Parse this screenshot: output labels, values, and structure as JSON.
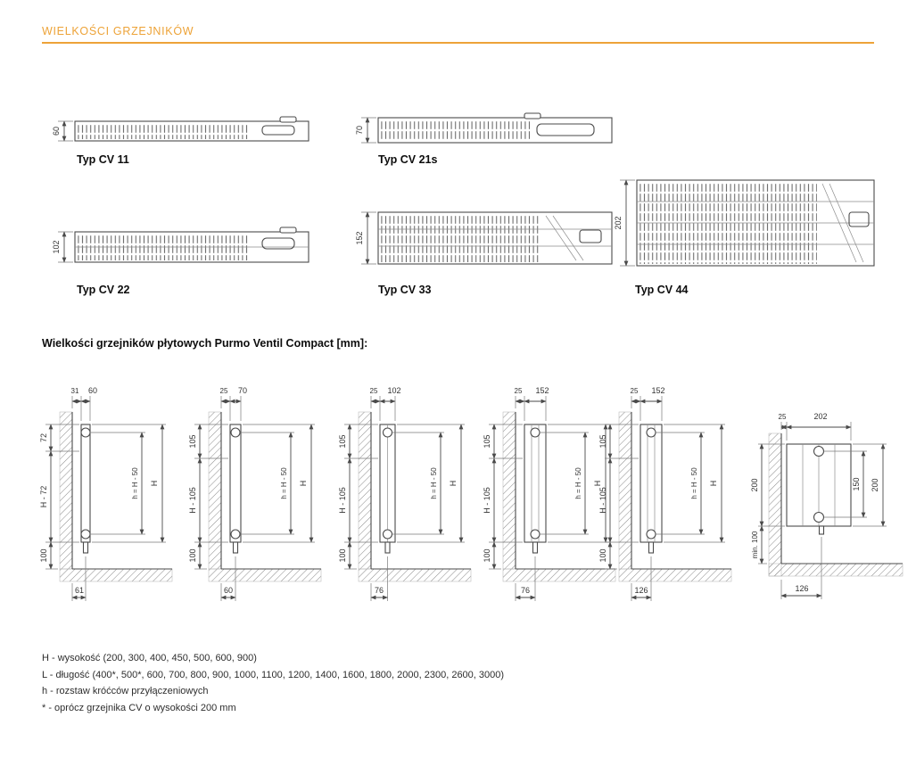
{
  "header": {
    "title": "WIELKOŚCI GRZEJNIKÓW"
  },
  "colors": {
    "accent": "#EDA338",
    "line": "#4a4a4a"
  },
  "top_views": [
    {
      "type": "Typ CV 11",
      "depth": "60"
    },
    {
      "type": "Typ CV 21s",
      "depth": "70"
    },
    {
      "type": "Typ CV 22",
      "depth": "102"
    },
    {
      "type": "Typ CV 33",
      "depth": "152"
    },
    {
      "type": "Typ CV 44",
      "depth": "202"
    }
  ],
  "section_title": "Wielkości grzejników płytowych Purmo Ventil Compact [mm]:",
  "side_views": [
    {
      "wall_gap": "31",
      "depth": "60",
      "top_offset": "72",
      "mid": "H - 72",
      "clearance": "100",
      "pipe": "h = H - 50",
      "height": "H",
      "bottom_depth": "61"
    },
    {
      "wall_gap": "25",
      "depth": "70",
      "top_offset": "105",
      "mid": "H - 105",
      "clearance": "100",
      "pipe": "h = H - 50",
      "height": "H",
      "bottom_depth": "60"
    },
    {
      "wall_gap": "25",
      "depth": "102",
      "top_offset": "105",
      "mid": "H - 105",
      "clearance": "100",
      "pipe": "h = H - 50",
      "height": "H",
      "bottom_depth": "76"
    },
    {
      "wall_gap": "25",
      "depth": "152",
      "top_offset": "105",
      "mid": "H - 105",
      "clearance": "100",
      "pipe": "h = H - 50",
      "height": "H",
      "bottom_depth": "76"
    },
    {
      "wall_gap": "25",
      "depth": "152",
      "top_offset": "105",
      "mid": "H - 105",
      "clearance": "100",
      "pipe": "h = H - 50",
      "height": "H",
      "bottom_depth": "126"
    }
  ],
  "detail_view": {
    "wall_gap": "25",
    "depth": "202",
    "height_left": "200",
    "clearance": "min. 100",
    "pipe_spacing": "150",
    "height_right": "200",
    "bottom_depth": "126"
  },
  "footnotes": [
    "H - wysokość (200, 300, 400, 450, 500, 600, 900)",
    "L - długość (400*, 500*, 600, 700, 800, 900, 1000, 1100, 1200, 1400, 1600, 1800, 2000, 2300, 2600, 3000)",
    "h - rozstaw króćców przyłączeniowych",
    "* - oprócz grzejnika CV o wysokości 200 mm"
  ]
}
